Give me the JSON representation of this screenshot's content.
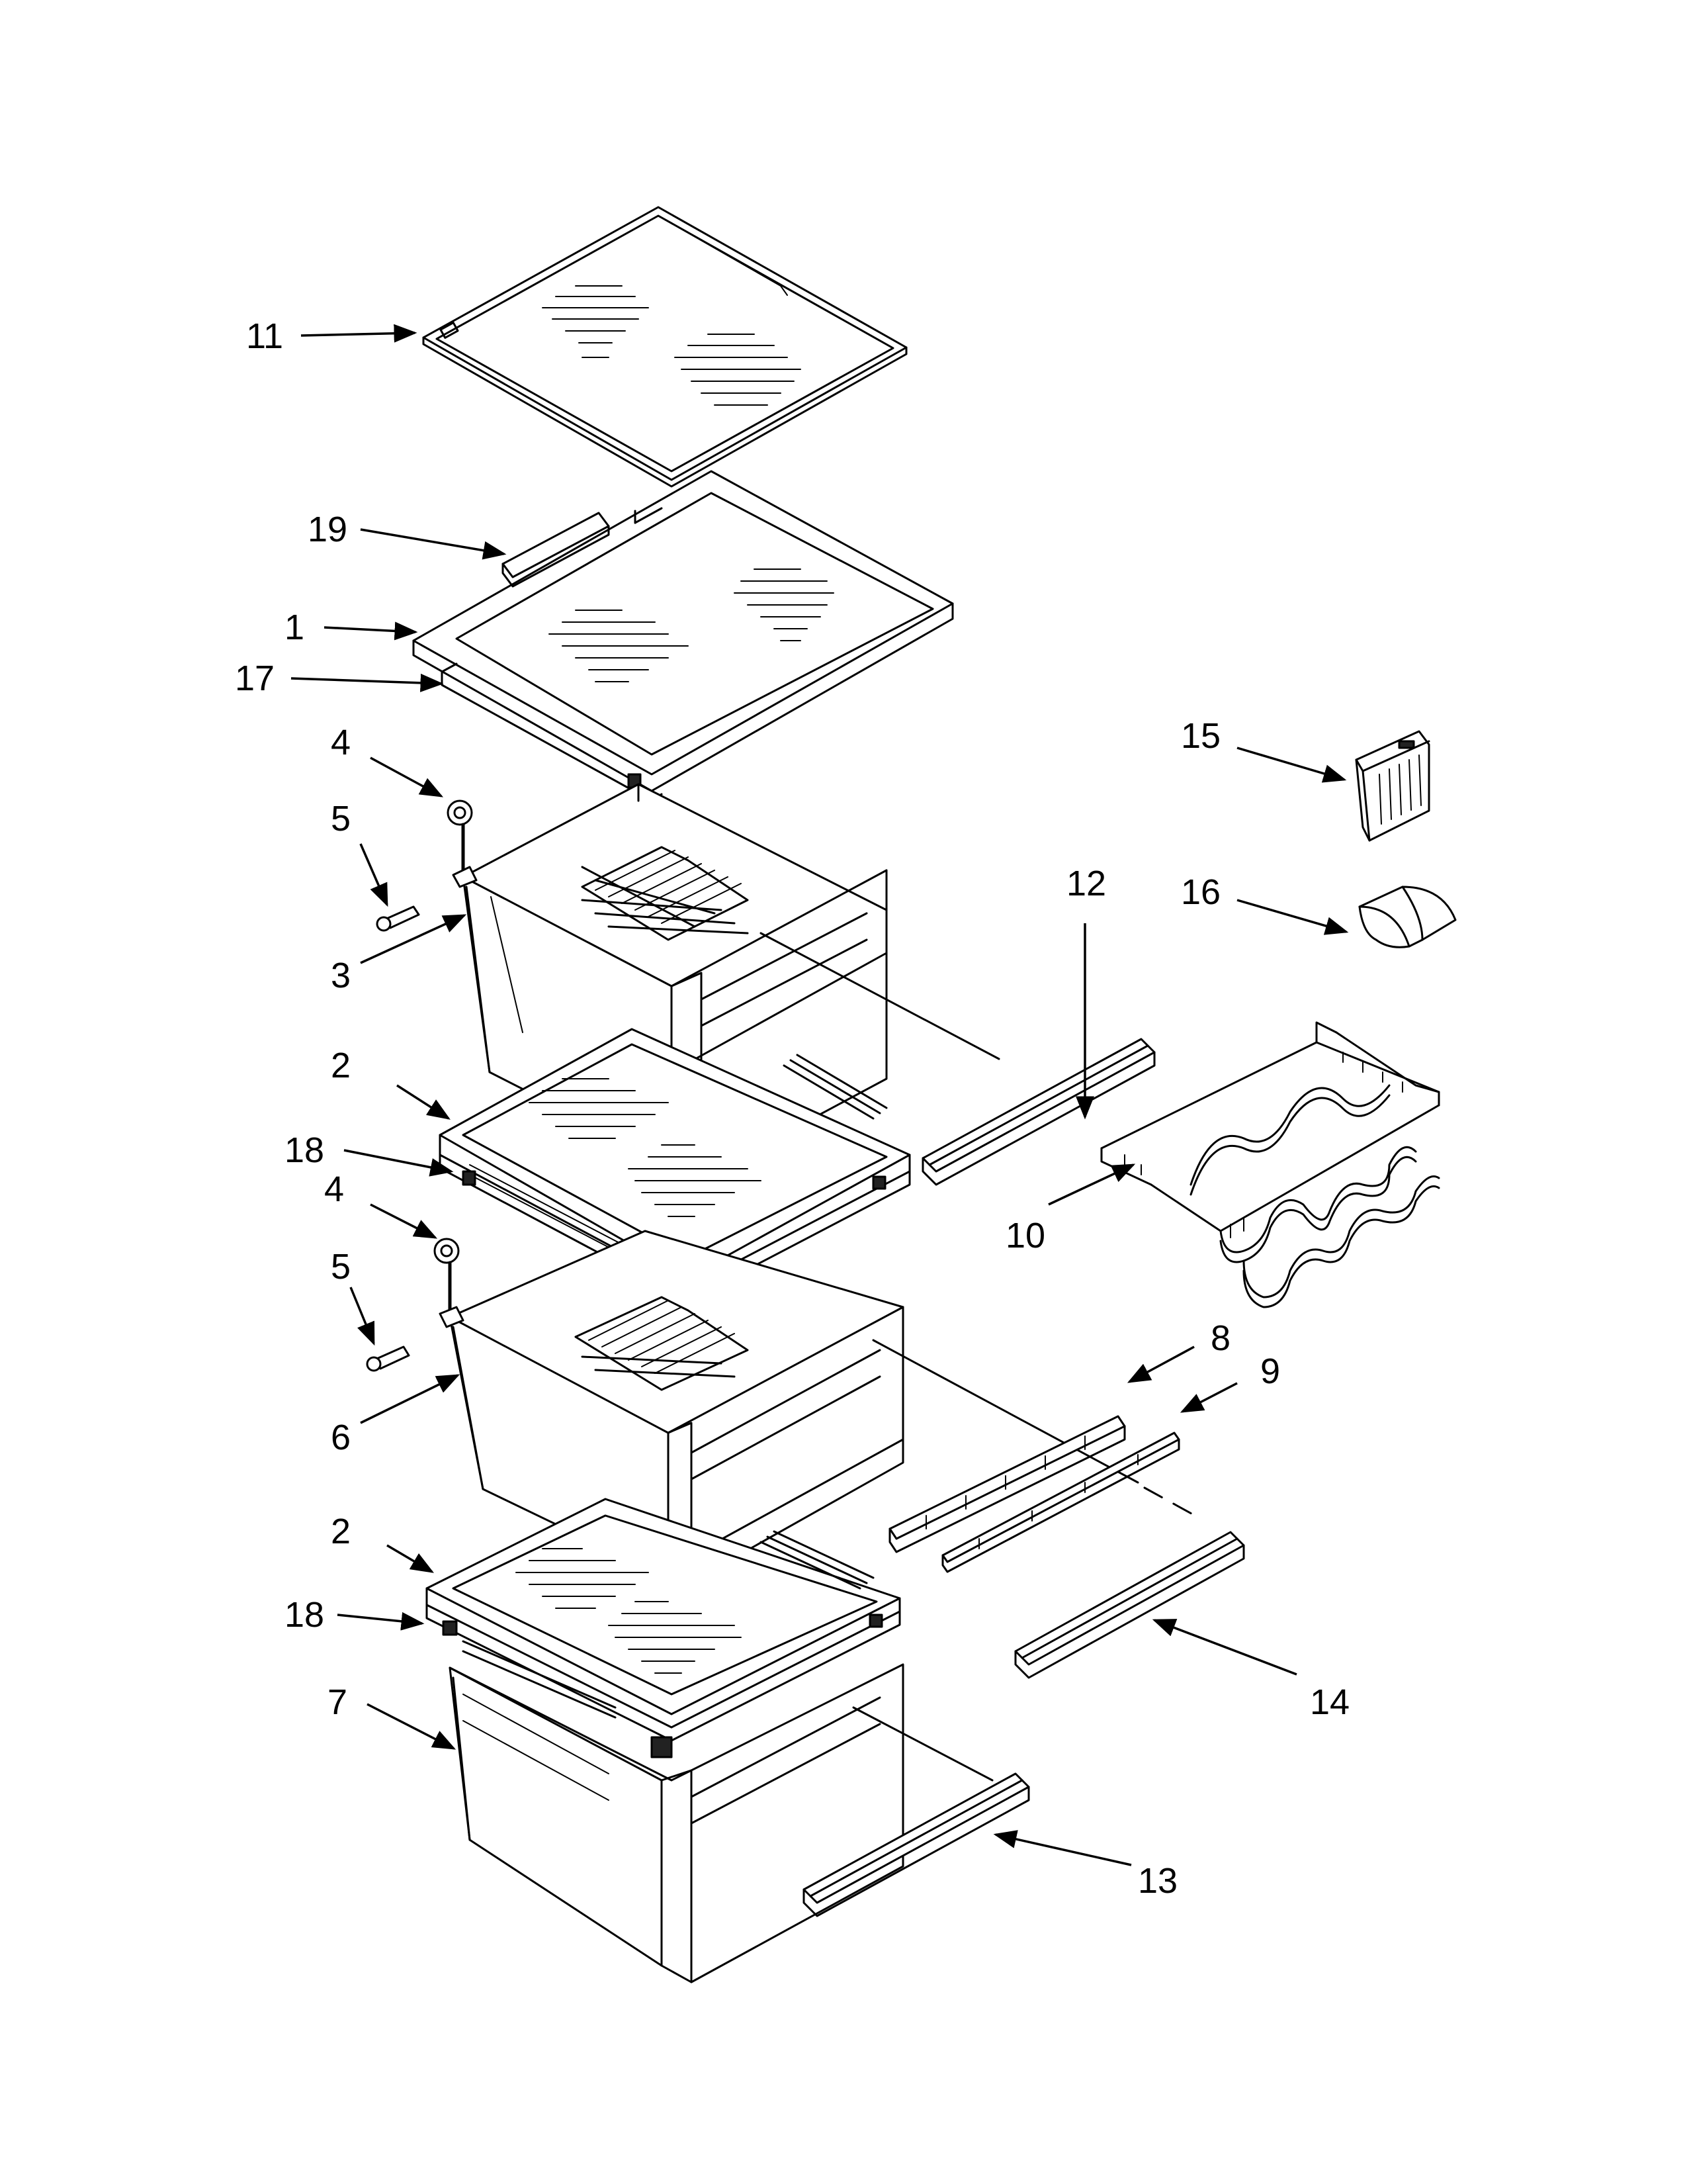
{
  "callouts": [
    {
      "id": "c11",
      "label": "11"
    },
    {
      "id": "c19",
      "label": "19"
    },
    {
      "id": "c1",
      "label": "1"
    },
    {
      "id": "c17",
      "label": "17"
    },
    {
      "id": "c4a",
      "label": "4"
    },
    {
      "id": "c5a",
      "label": "5"
    },
    {
      "id": "c3",
      "label": "3"
    },
    {
      "id": "c2a",
      "label": "2"
    },
    {
      "id": "c18a",
      "label": "18"
    },
    {
      "id": "c4b",
      "label": "4"
    },
    {
      "id": "c5b",
      "label": "5"
    },
    {
      "id": "c6",
      "label": "6"
    },
    {
      "id": "c2b",
      "label": "2"
    },
    {
      "id": "c18b",
      "label": "18"
    },
    {
      "id": "c7",
      "label": "7"
    },
    {
      "id": "c12",
      "label": "12"
    },
    {
      "id": "c15",
      "label": "15"
    },
    {
      "id": "c16",
      "label": "16"
    },
    {
      "id": "c10",
      "label": "10"
    },
    {
      "id": "c8",
      "label": "8"
    },
    {
      "id": "c9",
      "label": "9"
    },
    {
      "id": "c14",
      "label": "14"
    },
    {
      "id": "c13",
      "label": "13"
    }
  ]
}
